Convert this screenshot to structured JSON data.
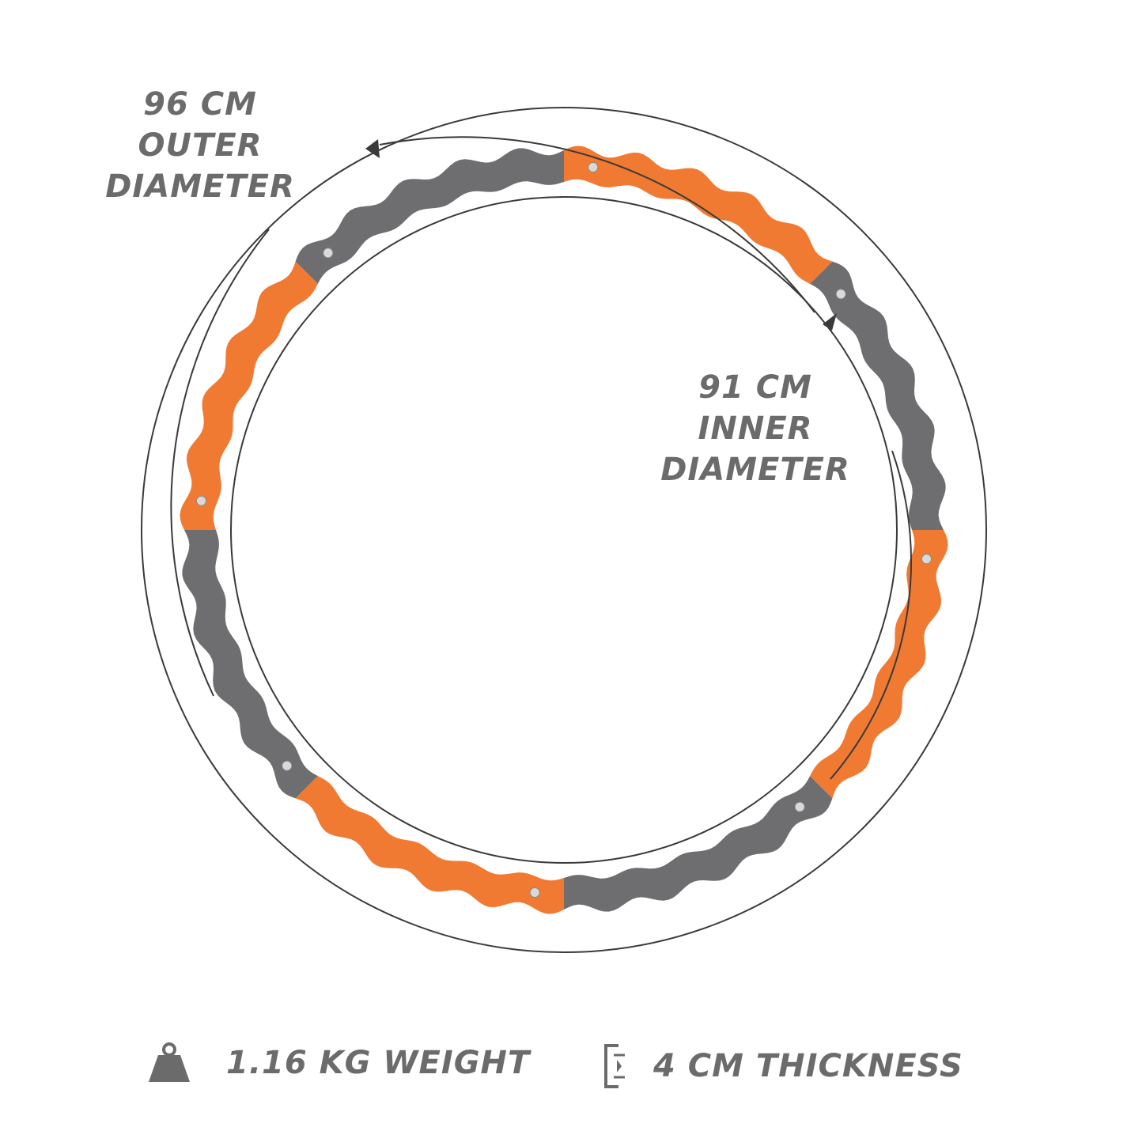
{
  "outer_diameter": {
    "value": "96 CM",
    "line1": "OUTER",
    "line2": "DIAMETER"
  },
  "inner_diameter": {
    "value": "91 CM",
    "line1": "INNER",
    "line2": "DIAMETER"
  },
  "features": {
    "weight_label": "1.16 KG WEIGHT",
    "thickness_label": "4 CM THICKNESS"
  },
  "icons": {
    "weight": "weight-icon",
    "thickness": "thickness-icon"
  },
  "hoop": {
    "segment_count": 8,
    "colors": [
      "#f07a32",
      "#6e6e70"
    ]
  },
  "colors": {
    "text": "#6b6b6b",
    "orange": "#f07a32",
    "gray": "#6e6e70",
    "line": "#333333"
  }
}
